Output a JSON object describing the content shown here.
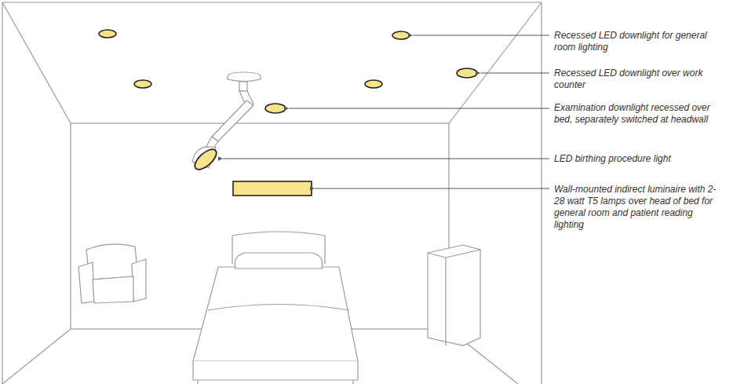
{
  "diagram": {
    "labels": [
      "Recessed LED downlight for general room lighting",
      "Recessed LED downlight over work counter",
      "Examination downlight recessed over bed, separately switched at headwall",
      "LED birthing procedure light",
      "Wall-mounted indirect luminaire with 2-28 watt T5 lamps over head of bed for general room and patient reading lighting"
    ]
  }
}
